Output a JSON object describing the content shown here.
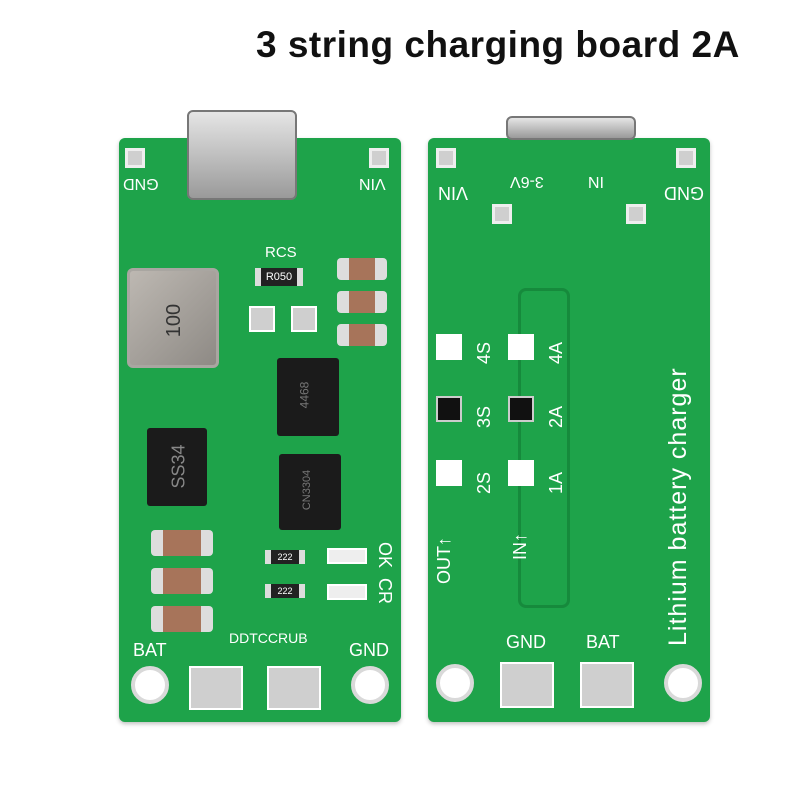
{
  "title": "3 string charging board 2A",
  "left_board": {
    "labels": {
      "gnd_top": "GND",
      "vin_top": "VIN",
      "rcs": "RCS",
      "resistor": "R050",
      "inductor": "100",
      "diode": "SS34",
      "chip1": "4468",
      "chip2": "CN3304",
      "res1": "222",
      "res2": "222",
      "ok": "OK",
      "cr": "CR",
      "brand": "DDTCCRUB",
      "bat": "BAT",
      "gnd_bottom": "GND"
    }
  },
  "right_board": {
    "labels": {
      "vin": "VIN",
      "input_range": "3-6V",
      "in": "IN",
      "gnd_top": "GND",
      "s4": "4S",
      "s3": "3S",
      "s2": "2S",
      "a4": "4A",
      "a2": "2A",
      "a1": "1A",
      "out": "OUT↑",
      "in_arrow": "IN↑",
      "product": "Lithium battery charger",
      "gnd_bottom": "GND",
      "bat": "BAT"
    }
  }
}
